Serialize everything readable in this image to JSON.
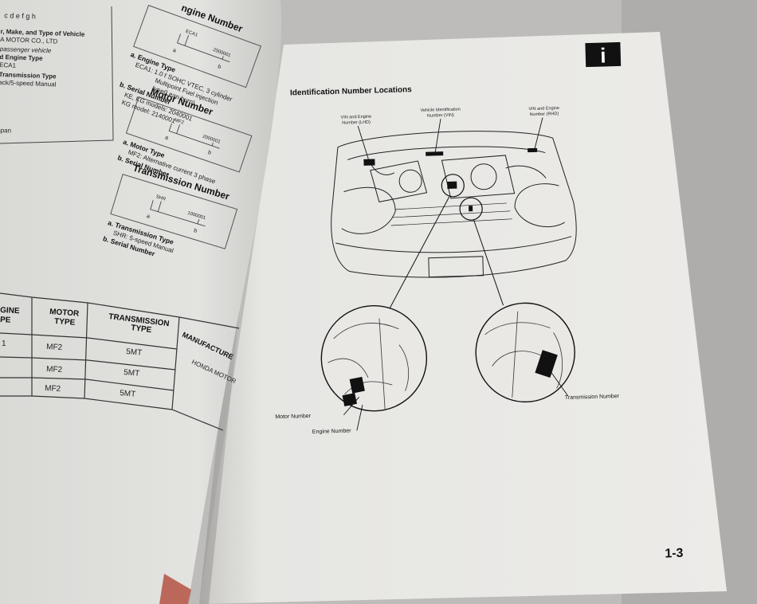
{
  "left_page": {
    "vin_fragment": {
      "code": "c d e f g h",
      "heading": "r, Make, and Type of Vehicle",
      "maker": "A MOTOR CO., LTD",
      "vehicle": "passenger vehicle",
      "engine_heading": "d Engine Type",
      "engine_code": "ECA1",
      "trans_heading": "Transmission Type",
      "trans_value": "ack/5-speed Manual",
      "origin": "apan"
    },
    "engine_number": {
      "heading": "ngine Number",
      "code_label": "ECA1",
      "serial_label": "2000001",
      "item_a": "a. Engine Type",
      "item_a_text1": "ECA1: 1.0 ℓ SOHC VTEC, 3 cylinder",
      "item_a_text2": "Multipoint Fuel injection",
      "item_a_text3": "type(Lean burn)",
      "item_b": "b. Serial Number",
      "item_b_text1": "KE, KG models: 2040001",
      "item_b_text2": "KG model: 2140001"
    },
    "motor_number": {
      "heading": "Motor Number",
      "code_label": "MF2",
      "serial_label": "2000001",
      "item_a": "a. Motor Type",
      "item_a_text": "MF2: Alternative current 3 phase",
      "item_b": "b. Serial Number"
    },
    "transmission_number": {
      "heading": "Transmission Number",
      "code_label": "SHR",
      "serial_label": "1000001",
      "item_a": "a. Transmission Type",
      "item_a_text": "SHR: 5-speed Manual",
      "item_b": "b. Serial Number"
    },
    "letter_a": "a",
    "letter_b": "b",
    "table": {
      "headers": [
        "GINE\nPE",
        "MOTOR\nTYPE",
        "TRANSMISSION\nTYPE",
        "MANUFACTURE"
      ],
      "rows": [
        {
          "engine": "1",
          "motor": "MF2",
          "trans": "5MT"
        },
        {
          "engine": "",
          "motor": "MF2",
          "trans": "5MT"
        },
        {
          "engine": "",
          "motor": "MF2",
          "trans": "5MT"
        }
      ],
      "manufacturer": "HONDA MOTOR"
    }
  },
  "right_page": {
    "info_icon": "i",
    "section_title": "Identification Number Locations",
    "callouts": {
      "vin_engine_lhd": "VIN and Engine\nNumber (LHD)",
      "vin": "Vehicle Identification\nNumber (VIN)",
      "vin_engine_rhd": "VIN and Engine\nNumber (RHD)",
      "motor_number": "Motor Number",
      "engine_number": "Engine Number",
      "transmission_number": "Transmission Number"
    },
    "page_number": "1-3"
  }
}
